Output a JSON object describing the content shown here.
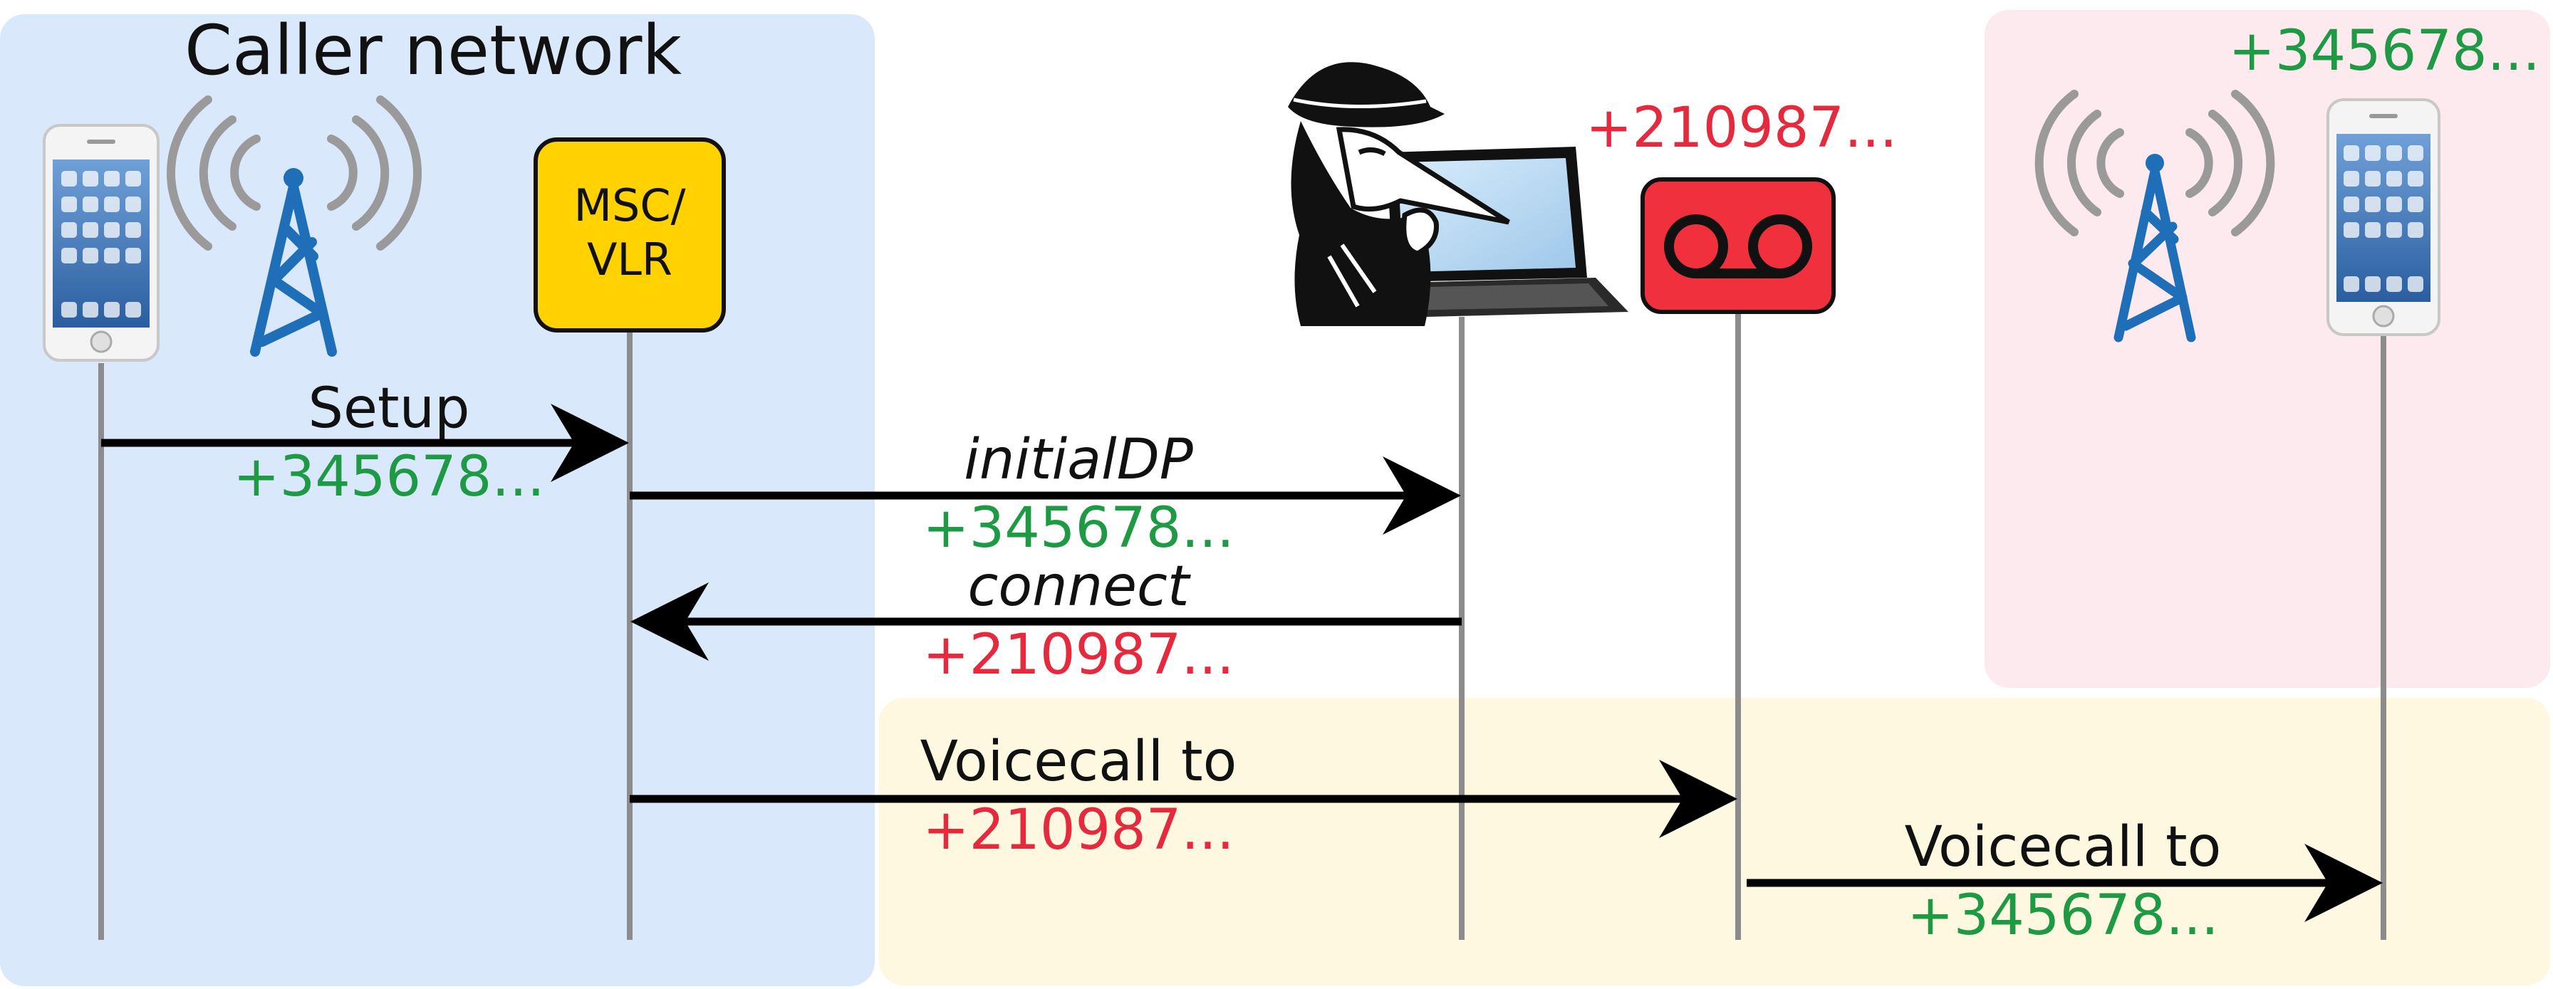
{
  "caller_network": {
    "title": "Caller network",
    "msc_vlr_label_line1": "MSC/",
    "msc_vlr_label_line2": "VLR"
  },
  "labels": {
    "attacker_number": "+210987...",
    "callee_number": "+345678..."
  },
  "messages": {
    "setup": "Setup",
    "setup_number": "+345678...",
    "initial_dp": "initialDP",
    "initial_dp_number": "+345678...",
    "connect": "connect",
    "connect_number": "+210987...",
    "voicecall_1": "Voicecall to",
    "voicecall_1_number": "+210987...",
    "voicecall_2": "Voicecall to",
    "voicecall_2_number": "+345678..."
  },
  "colors": {
    "caller_network_bg": "#d9e8fb",
    "callee_network_bg": "#fdeaef",
    "voicemail_region_bg": "#fdf8df",
    "msc_fill": "#ffd200",
    "voicemail_fill": "#f0303d",
    "green_number": "#1e9a45",
    "red_number": "#e52a3d",
    "lifeline": "#8c8c8c",
    "arrow": "#000000",
    "tower_blue": "#1e6fb8"
  }
}
